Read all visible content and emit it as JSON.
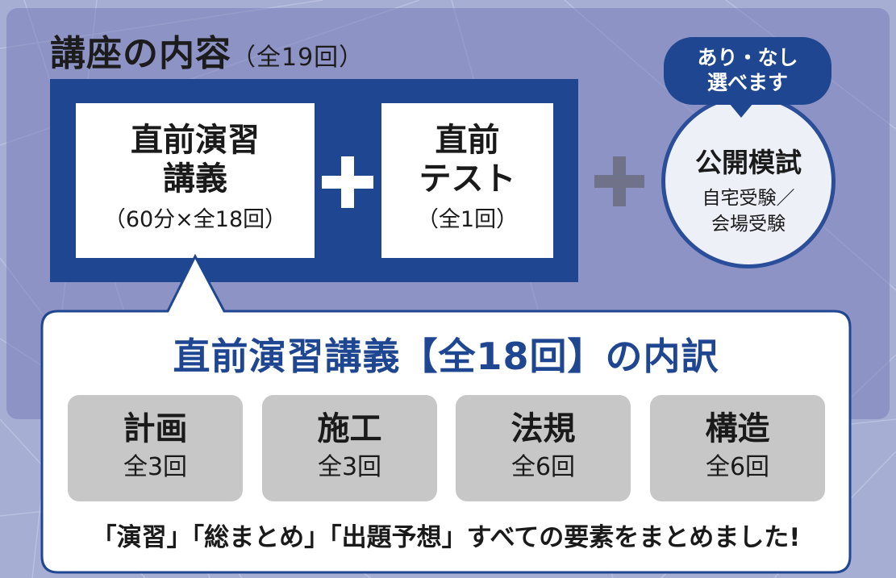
{
  "heading": {
    "title": "講座の内容",
    "sub": "（全19回）"
  },
  "course": {
    "lecture": {
      "line1": "直前演習",
      "line2": "講義",
      "note": "（60分×全18回）"
    },
    "test": {
      "line1": "直前",
      "line2": "テスト",
      "note": "（全1回）"
    },
    "mock": {
      "title": "公開模試",
      "note1": "自宅受験／",
      "note2": "会場受験"
    },
    "bubble": {
      "line1": "あり・なし",
      "line2": "選べます"
    }
  },
  "breakdown": {
    "title": "直前演習講義【全18回】の内訳",
    "items": [
      {
        "subject": "計画",
        "count": "全3回"
      },
      {
        "subject": "施工",
        "count": "全3回"
      },
      {
        "subject": "法規",
        "count": "全6回"
      },
      {
        "subject": "構造",
        "count": "全6回"
      }
    ],
    "footer": "「演習」「総まとめ」「出題予想」すべての要素をまとめました!"
  },
  "colors": {
    "navy": "#1f4691",
    "background": "#a7aed3",
    "panel": "#8c92c4",
    "box": "#c7c7c7",
    "plus_grey": "#6f7288"
  }
}
